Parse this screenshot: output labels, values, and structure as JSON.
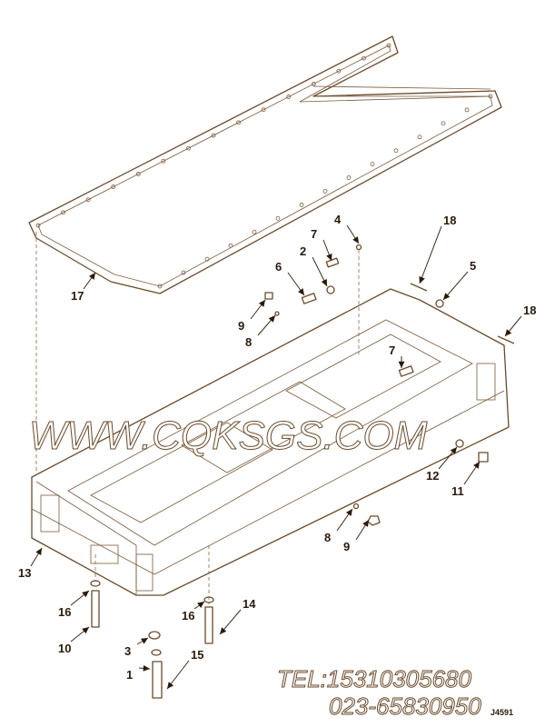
{
  "diagram": {
    "callouts": [
      "17",
      "4",
      "7",
      "2",
      "6",
      "9",
      "8",
      "18",
      "5",
      "18",
      "7",
      "12",
      "11",
      "8",
      "9",
      "13",
      "16",
      "16",
      "14",
      "10",
      "3",
      "15",
      "1"
    ],
    "watermark": "WWW.CQKSGS.COM",
    "contact_line1": "TEL:15310305680",
    "contact_line2": "023-65830950",
    "figure_code": "J4591",
    "line_color": "#6b4a2a"
  }
}
